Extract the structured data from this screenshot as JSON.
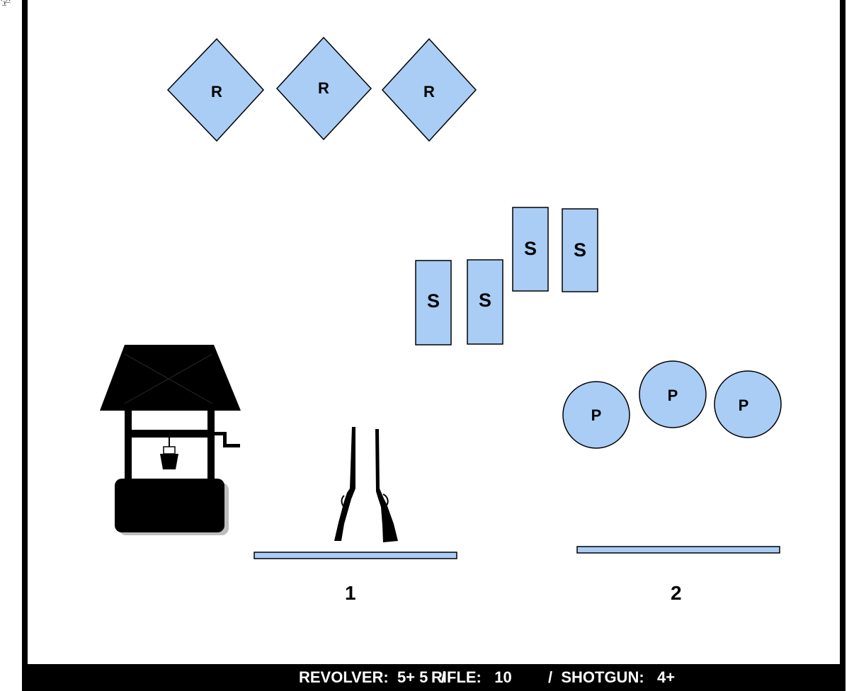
{
  "corner_mark": "ᵛᵧ̲ᴬ̲",
  "targets": {
    "rifle_label": "R",
    "shotgun_label": "S",
    "pistol_label": "P",
    "fill_color": "#a9cdf5",
    "stroke_color": "#000000"
  },
  "positions": {
    "position_1": "1",
    "position_2": "2"
  },
  "footer": {
    "revolver": "REVOLVER:  5+ 5   /",
    "rifle": "RIFLE:   10",
    "shotgun": "/  SHOTGUN:   4+"
  },
  "props": {
    "well": "well-icon",
    "rifles": "rifle-pair-icon"
  }
}
